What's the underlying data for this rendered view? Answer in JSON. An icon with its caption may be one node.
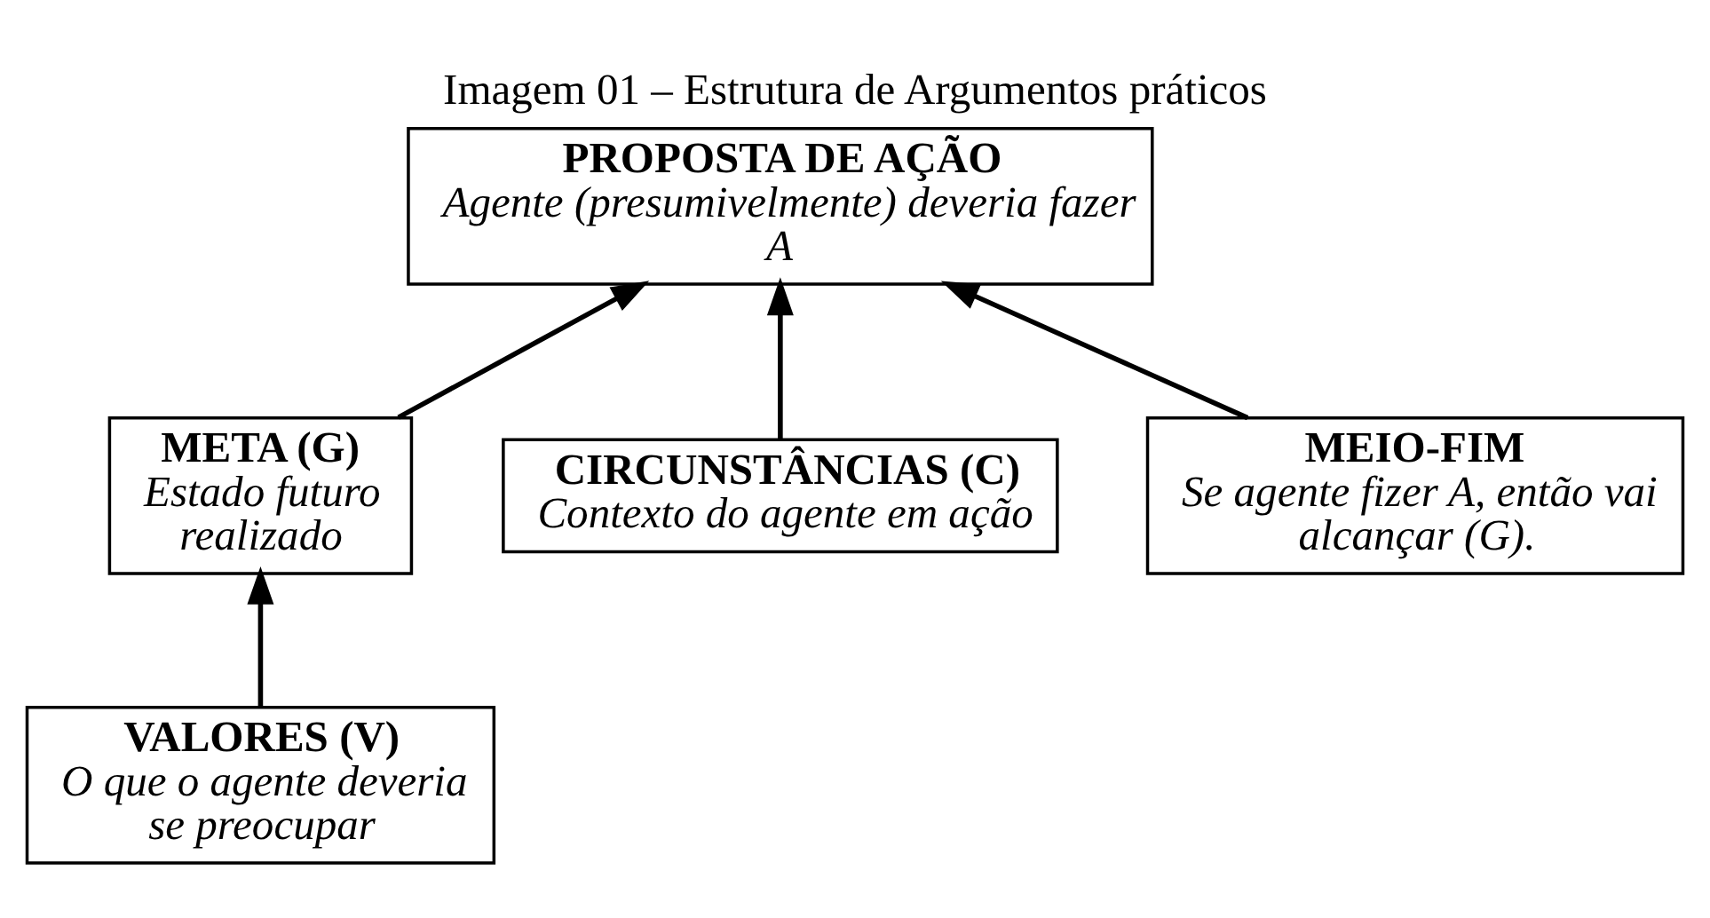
{
  "diagram": {
    "title": "Imagem 01 – Estrutura de Argumentos práticos",
    "nodes": [
      {
        "text": [
          "PROPOSTA DE AÇÃO",
          "Agente (presumivelmente) deveria fazer A"
        ]
      },
      {
        "text": [
          "META (G)",
          "Estado futuro realizado"
        ]
      },
      {
        "text": [
          "CIRCUNSTÂNCIAS (C)",
          "Contexto do agente em ação"
        ]
      },
      {
        "text": [
          "MEIO-FIM",
          "Se agente fizer A, então vai alcançar (G)."
        ]
      },
      {
        "text": [
          "VALORES (V)",
          "O que o agente deveria se preocupar"
        ]
      }
    ],
    "edges": [
      {
        "from": 1,
        "to": 0,
        "arrow": "to"
      },
      {
        "from": 2,
        "to": 0,
        "arrow": "to"
      },
      {
        "from": 3,
        "to": 0,
        "arrow": "to"
      },
      {
        "from": 4,
        "to": 1,
        "arrow": "to"
      }
    ]
  }
}
